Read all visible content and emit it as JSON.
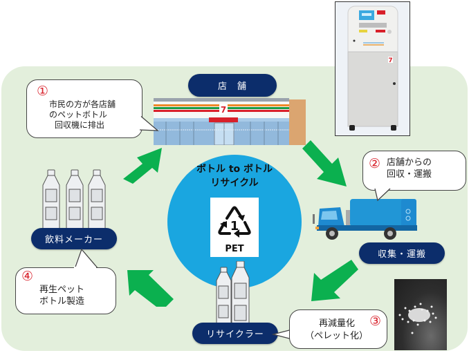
{
  "diagram": {
    "title_line1": "ボトル to ボトル",
    "title_line2": "リサイクル",
    "recycle_symbol": {
      "icon": "recycle-triangle-icon",
      "number": "1",
      "label": "PET"
    },
    "nodes": {
      "store": {
        "label": "店　舗"
      },
      "transport": {
        "label": "収集・運搬"
      },
      "recycler": {
        "label": "リサイクラー"
      },
      "beverage_maker": {
        "label": "飲料メーカー"
      }
    },
    "steps": [
      {
        "number": "①",
        "lines": [
          "市民の方が各店舗",
          "のペットボトル",
          "回収機に排出"
        ]
      },
      {
        "number": "②",
        "lines": [
          "店舗からの",
          "回収・運搬"
        ]
      },
      {
        "number": "③",
        "lines": [
          "再減量化",
          "（ペレット化）"
        ]
      },
      {
        "number": "④",
        "lines": [
          "再生ペット",
          "ボトル製造"
        ]
      }
    ],
    "images": {
      "store": "convenience-store-illustration",
      "machine": "bottle-collection-machine-photo",
      "truck": "garbage-truck-illustration",
      "pellets": "pet-pellets-photo",
      "bottles_maker": "three-pet-bottles-illustration",
      "bottles_recycler": "two-pet-bottles-illustration"
    },
    "colors": {
      "background_panel": "#e3efdc",
      "pill": "#0c2d6b",
      "arrow": "#0bb04f",
      "circle": "#1aa6e0",
      "step_number": "#d8202a",
      "truck": "#1e8ad0"
    }
  }
}
